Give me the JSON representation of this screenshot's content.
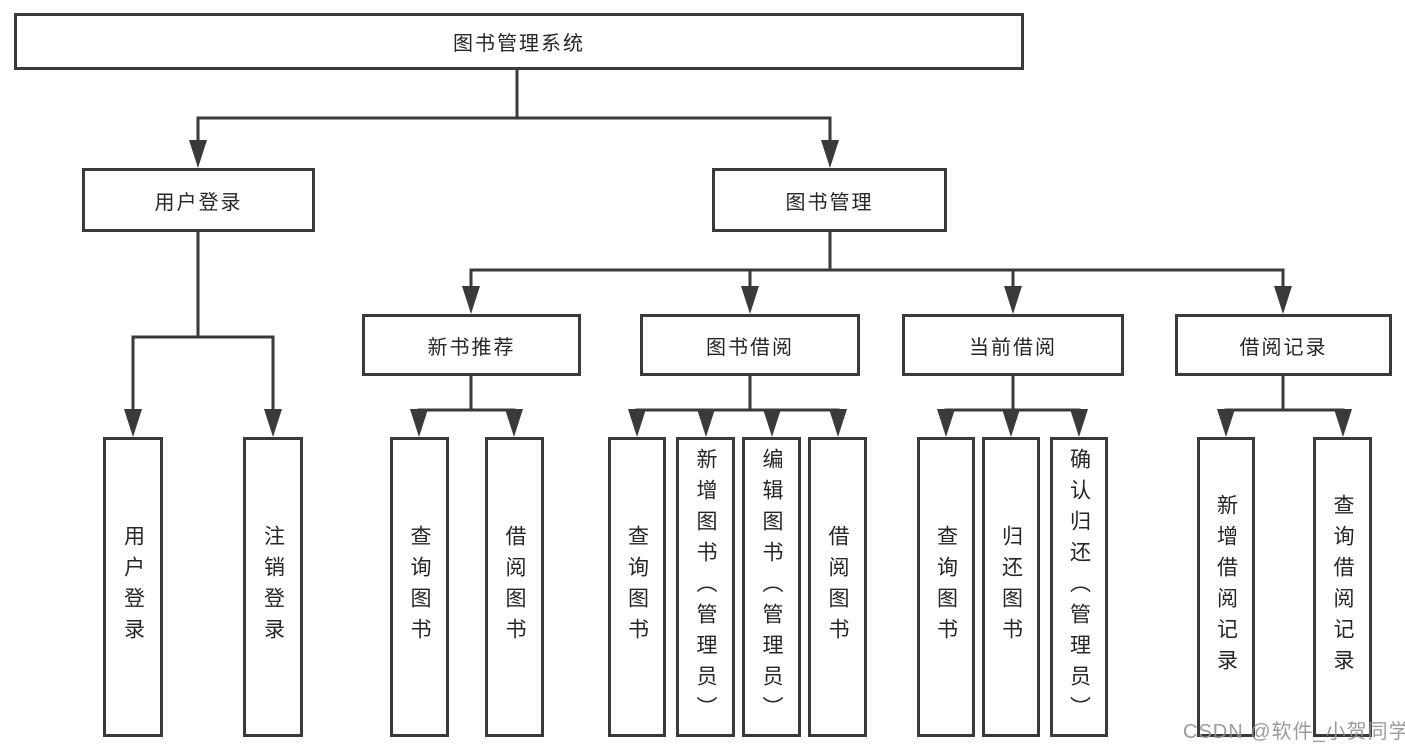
{
  "diagram": {
    "type": "hierarchy-tree",
    "colors": {
      "line": "#3a3a3a",
      "box_border": "#3a3a3a",
      "text": "#262626",
      "background": "#ffffff",
      "watermark": "#949494"
    },
    "tree": {
      "label": "图书管理系统",
      "children": [
        {
          "label": "用户登录",
          "children": [
            {
              "label": "用户登录"
            },
            {
              "label": "注销登录"
            }
          ]
        },
        {
          "label": "图书管理",
          "children": [
            {
              "label": "新书推荐",
              "children": [
                {
                  "label": "查询图书"
                },
                {
                  "label": "借阅图书"
                }
              ]
            },
            {
              "label": "图书借阅",
              "children": [
                {
                  "label": "查询图书"
                },
                {
                  "label": "新增图书（管理员）"
                },
                {
                  "label": "编辑图书（管理员）"
                },
                {
                  "label": "借阅图书"
                }
              ]
            },
            {
              "label": "当前借阅",
              "children": [
                {
                  "label": "查询图书"
                },
                {
                  "label": "归还图书"
                },
                {
                  "label": "确认归还（管理员）"
                }
              ]
            },
            {
              "label": "借阅记录",
              "children": [
                {
                  "label": "新增借阅记录"
                },
                {
                  "label": "查询借阅记录"
                }
              ]
            }
          ]
        }
      ]
    },
    "watermark": "CSDN @软件_小贺同学"
  }
}
